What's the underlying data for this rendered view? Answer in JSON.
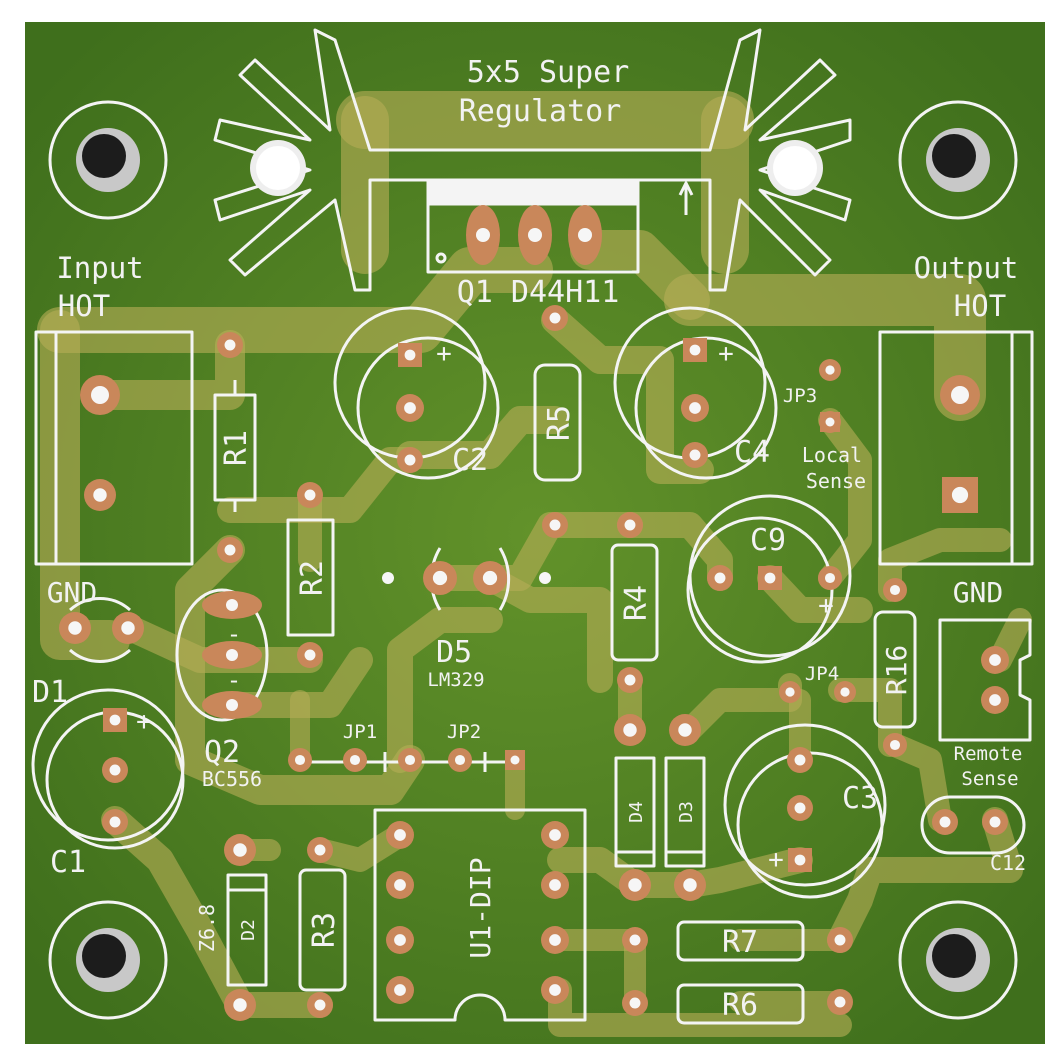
{
  "colors": {
    "board": "#4a7a20",
    "board_light": "#6a9a2e",
    "copper": "#a9a24a",
    "pad": "#c9875a",
    "silk": "#f4f4f4",
    "hole": "#1c1c1c"
  },
  "labels": {
    "title_line1": "5x5 Super",
    "title_line2": "Regulator",
    "q1": "Q1 D44H11",
    "input_line1": "Input",
    "input_line2": "HOT",
    "output_line1": "Output",
    "output_line2": "HOT",
    "gnd_left": "GND",
    "gnd_right": "GND",
    "r1": "R1",
    "r2": "R2",
    "r3": "R3",
    "r4": "R4",
    "r5": "R5",
    "r6": "R6",
    "r7": "R7",
    "r16": "R16",
    "c1": "C1",
    "c2": "C2",
    "c3": "C3",
    "c4": "C4",
    "c9": "C9",
    "c12": "C12",
    "d1": "D1",
    "d2": "D2",
    "d3": "D3",
    "d4": "D4",
    "d5": "D5",
    "lm329": "LM329",
    "q2": "Q2",
    "bc556": "BC556",
    "z68": "Z6.8",
    "jp1": "JP1",
    "jp2": "JP2",
    "jp3": "JP3",
    "jp4": "JP4",
    "local_line1": "Local",
    "local_line2": "Sense",
    "remote_line1": "Remote",
    "remote_line2": "Sense",
    "u1": "U1-DIP",
    "plus": "+",
    "minus": "-"
  }
}
